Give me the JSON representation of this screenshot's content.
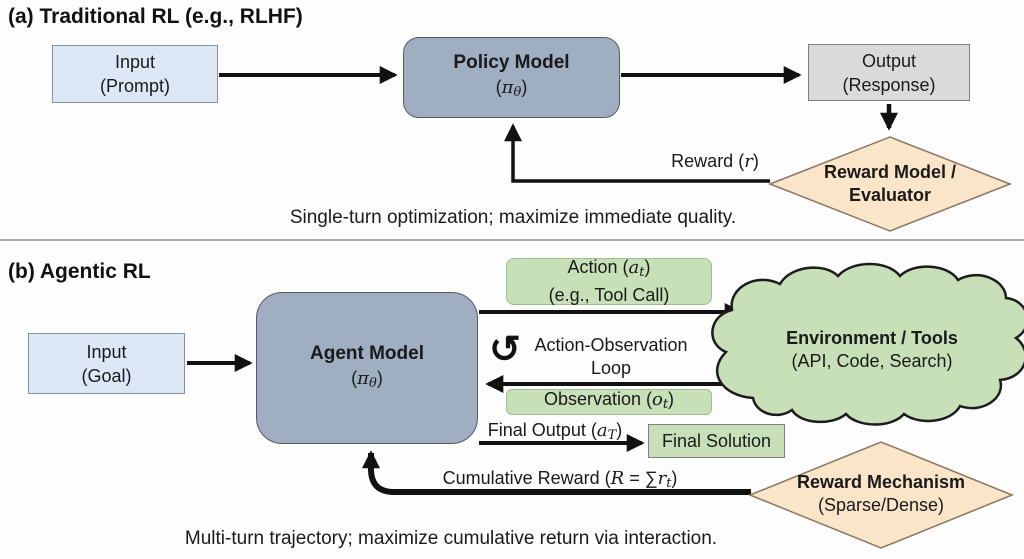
{
  "colors": {
    "light_blue_box": "#dce8f5",
    "slate_box": "#a0aec1",
    "gray_box": "#dadada",
    "green_box": "#c7e0b8",
    "peach_diamond": "#fbe5c9",
    "arrow_black": "#111111",
    "divider_gray": "#8f8f8f"
  },
  "panel_a": {
    "title": "(a) Traditional RL (e.g., RLHF)",
    "input_box": {
      "line1": "Input",
      "line2": "(Prompt)"
    },
    "policy_box": {
      "title": "Policy Model",
      "symbol_parts": [
        {
          "t": "(",
          "s": "n"
        },
        {
          "t": "π",
          "s": "i"
        },
        {
          "t": "θ",
          "s": "is"
        },
        {
          "t": ")",
          "s": "n"
        }
      ]
    },
    "output_box": {
      "line1": "Output",
      "line2": "(Response)"
    },
    "reward_label_parts": [
      {
        "t": "Reward (",
        "s": "n"
      },
      {
        "t": "r",
        "s": "i"
      },
      {
        "t": ")",
        "s": "n"
      }
    ],
    "diamond": {
      "line1": "Reward Model /",
      "line2": "Evaluator"
    },
    "caption": "Single-turn optimization; maximize immediate quality."
  },
  "panel_b": {
    "title": "(b) Agentic RL",
    "input_box": {
      "line1": "Input",
      "line2": "(Goal)"
    },
    "agent_box": {
      "title": "Agent Model",
      "symbol_parts": [
        {
          "t": "(",
          "s": "n"
        },
        {
          "t": "π",
          "s": "i"
        },
        {
          "t": "θ",
          "s": "is"
        },
        {
          "t": ")",
          "s": "n"
        }
      ]
    },
    "action_label": {
      "line1_parts": [
        {
          "t": "Action (",
          "s": "n"
        },
        {
          "t": "a",
          "s": "i"
        },
        {
          "t": "t",
          "s": "is"
        },
        {
          "t": ")",
          "s": "n"
        }
      ],
      "line2": "(e.g., Tool Call)"
    },
    "loop": {
      "icon": "↺",
      "line1": "Action-Observation",
      "line2": "Loop"
    },
    "observation_label_parts": [
      {
        "t": "Observation (",
        "s": "n"
      },
      {
        "t": "o",
        "s": "i"
      },
      {
        "t": "t",
        "s": "is"
      },
      {
        "t": ")",
        "s": "n"
      }
    ],
    "cloud": {
      "line1": "Environment / Tools",
      "line2": "(API, Code, Search)"
    },
    "final_output_label_parts": [
      {
        "t": "Final Output (",
        "s": "n"
      },
      {
        "t": "a",
        "s": "i"
      },
      {
        "t": "T",
        "s": "is"
      },
      {
        "t": ")",
        "s": "n"
      }
    ],
    "final_solution_box": {
      "label": "Final Solution"
    },
    "cumulative_label_parts": [
      {
        "t": "Cumulative Reward (",
        "s": "n"
      },
      {
        "t": "R",
        "s": "i"
      },
      {
        "t": " = ",
        "s": "n"
      },
      {
        "t": "∑",
        "s": "n"
      },
      {
        "t": "r",
        "s": "i"
      },
      {
        "t": "t",
        "s": "is"
      },
      {
        "t": ")",
        "s": "n"
      }
    ],
    "diamond": {
      "line1": "Reward Mechanism",
      "line2": "(Sparse/Dense)"
    },
    "caption": "Multi-turn trajectory; maximize cumulative return via interaction."
  }
}
